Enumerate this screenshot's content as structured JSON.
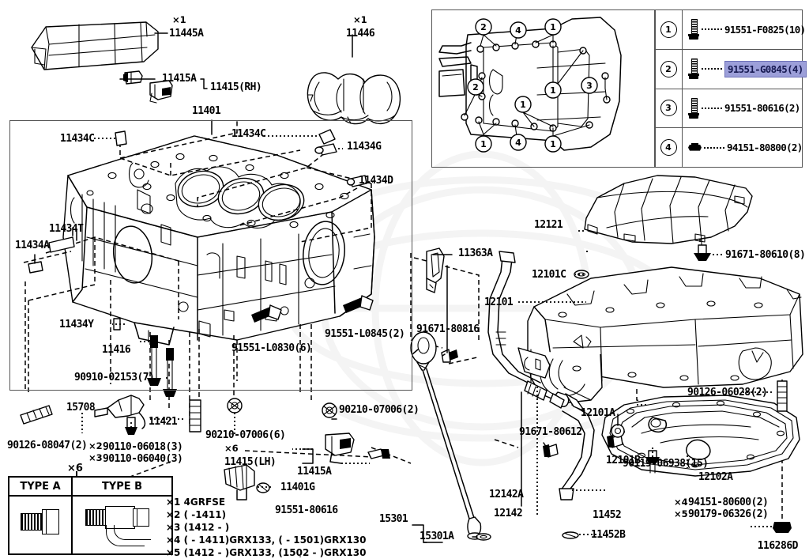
{
  "diagram": {
    "code": "116286D",
    "main_part_number": "11401"
  },
  "bolt_table": {
    "rows": [
      {
        "index": "1",
        "part": "91551-F0825(10)",
        "highlighted": false,
        "icon": "bolt-icon"
      },
      {
        "index": "2",
        "part": "91551-G0845(4)",
        "highlighted": true,
        "icon": "bolt-icon"
      },
      {
        "index": "3",
        "part": "91551-80616(2)",
        "highlighted": false,
        "icon": "bolt-icon"
      },
      {
        "index": "4",
        "part": "94151-80800(2)",
        "highlighted": false,
        "icon": "nut-icon"
      }
    ],
    "highlight_color": "#9c9fd9",
    "highlight_text_color": "#171a52"
  },
  "type_table": {
    "marker": "×6",
    "headers": [
      "TYPE A",
      "TYPE B"
    ]
  },
  "labels": {
    "l11445A": "11445A",
    "l11446": "11446",
    "l11415A_top": "11415A",
    "l11415RH": "11415(RH)",
    "l11401": "11401",
    "l11434C_left": "11434C",
    "l11434C_mid": "11434C",
    "l11434G": "11434G",
    "l11434D": "11434D",
    "l11434T": "11434T",
    "l11434A": "11434A",
    "l11434Y": "11434Y",
    "l11416": "11416",
    "l90910": "90910-02153(7)",
    "l91551L0830": "91551-L0830(6)",
    "l91551L0845": "91551-L0845(2)",
    "l11363A": "11363A",
    "l91671_80816": "91671-80816",
    "l90126_08047": "90126-08047(2)",
    "l15708": "15708",
    "l11421": "11421",
    "l90110_06018": "90110-06018(3)",
    "l90110_06040": "90110-06040(3)",
    "l90210_07006_6": "90210-07006(6)",
    "l90210_07006_2": "90210-07006(2)",
    "l11415LH": "11415(LH)",
    "l11415A_bot": "11415A",
    "l11401G": "11401G",
    "l91551_80616": "91551-80616",
    "l15301": "15301",
    "l15301A": "15301A",
    "l12142": "12142",
    "l12142A": "12142A",
    "l11452": "11452",
    "l11452B": "11452B",
    "l91671_80612": "91671-80612",
    "l12121": "12121",
    "l91671_80610": "91671-80610(8)",
    "l12101C": "12101C",
    "l12101": "12101",
    "l12101A": "12101A",
    "l12101B": "12101B",
    "l90126_06028": "90126-06028(2)",
    "l90119_06938": "90119-06938(15)",
    "l12102A": "12102A",
    "l94151_80600": "94151-80600(2)",
    "l90179_06326": "90179-06326(2)"
  },
  "markers": {
    "m1_11445A": "×1",
    "m1_11446": "×1",
    "m2_90110": "×2",
    "m3_90110": "×3",
    "m6_type": "×6",
    "m6_11415LH": "×6",
    "m4_94151": "×4",
    "m5_90179": "×5"
  },
  "footnotes": [
    "×1 4GRFSE",
    "×2 (      -1411)",
    "×3 (1412 -      )",
    "×4 (      - 1411)GRX133, (      - 1501)GRX130",
    "×5 (1412 -      )GRX133, (1502 -      )GRX130"
  ]
}
